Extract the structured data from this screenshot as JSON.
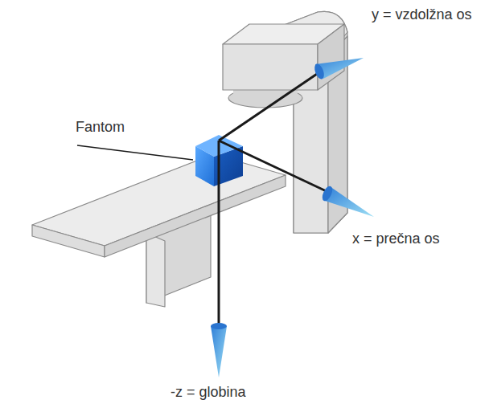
{
  "diagram": {
    "labels": [
      "Fantom",
      "y = vzdolžna os",
      "x = prečna os",
      "-z = globina"
    ]
  }
}
